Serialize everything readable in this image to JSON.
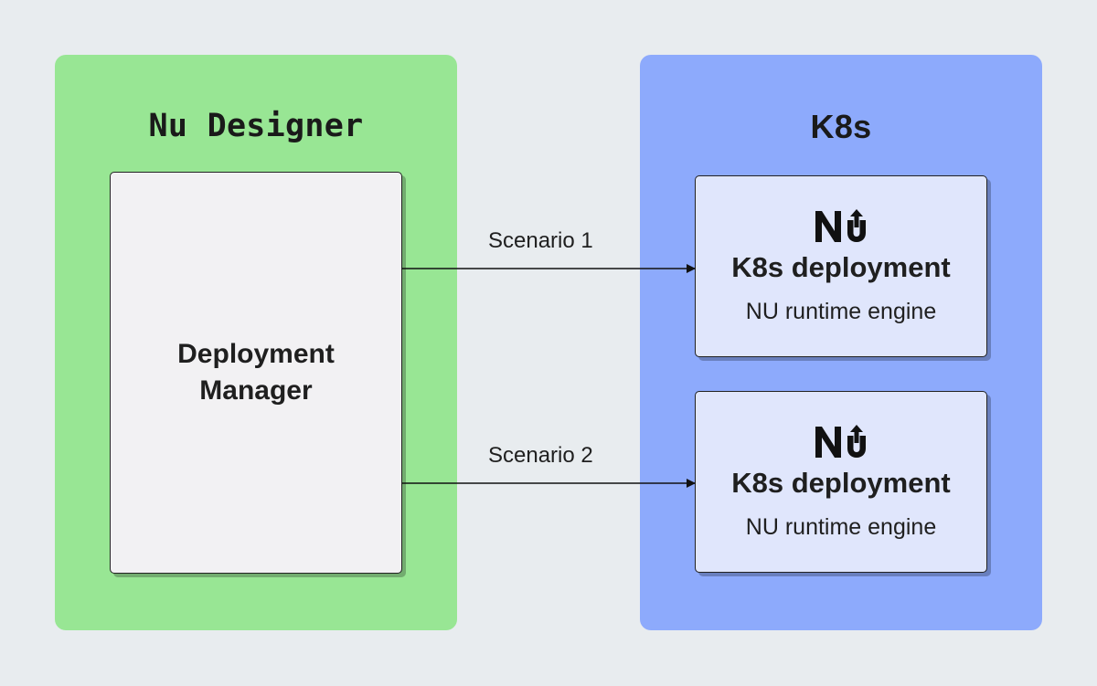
{
  "left_panel": {
    "title": "Nu Designer",
    "color": "#98e694",
    "box_label": "Deployment\nManager"
  },
  "right_panel": {
    "title": "K8s",
    "color": "#8daafc",
    "deployments": [
      {
        "logo_text": "Nu",
        "title": "K8s deployment",
        "subtitle": "NU runtime engine"
      },
      {
        "logo_text": "Nu",
        "title": "K8s deployment",
        "subtitle": "NU runtime engine"
      }
    ]
  },
  "connections": [
    {
      "label": "Scenario 1",
      "from": "Deployment Manager",
      "to": "K8s deployment 1"
    },
    {
      "label": "Scenario 2",
      "from": "Deployment Manager",
      "to": "K8s deployment 2"
    }
  ]
}
